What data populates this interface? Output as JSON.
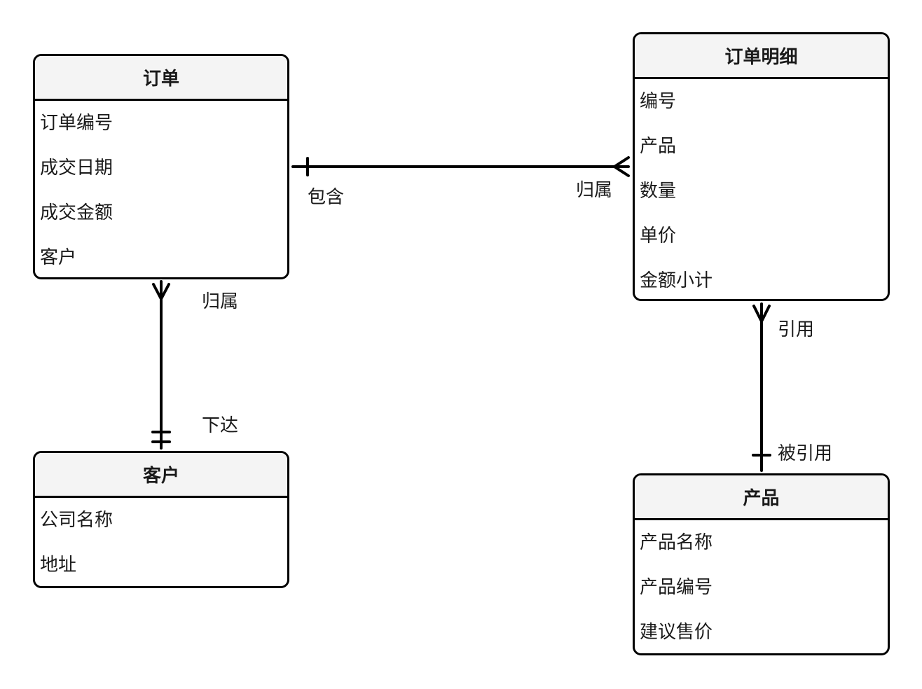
{
  "entities": {
    "order": {
      "title": "订单",
      "attributes": [
        "订单编号",
        "成交日期",
        "成交金额",
        "客户"
      ]
    },
    "customer": {
      "title": "客户",
      "attributes": [
        "公司名称",
        "地址"
      ]
    },
    "order_detail": {
      "title": "订单明细",
      "attributes": [
        "编号",
        "产品",
        "数量",
        "单价",
        "金额小计"
      ]
    },
    "product": {
      "title": "产品",
      "attributes": [
        "产品名称",
        "产品编号",
        "建议售价"
      ]
    }
  },
  "relationships": {
    "order_detail": {
      "from_label": "包含",
      "to_label": "归属",
      "from_cardinality": "one",
      "to_cardinality": "many"
    },
    "order_customer": {
      "from_label": "归属",
      "to_label": "下达",
      "from_cardinality": "many",
      "to_cardinality": "one-and-only-one"
    },
    "detail_product": {
      "from_label": "引用",
      "to_label": "被引用",
      "from_cardinality": "many",
      "to_cardinality": "one"
    }
  }
}
